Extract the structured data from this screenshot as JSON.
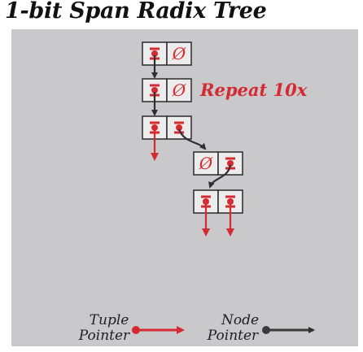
{
  "title": "1-bit Span Radix Tree",
  "null_symbol": "Ø",
  "repeat_label": "Repeat 10x",
  "legend": {
    "tuple": {
      "line1": "Tuple",
      "line2": "Pointer"
    },
    "node": {
      "line1": "Node",
      "line2": "Pointer"
    }
  },
  "colors": {
    "panel": "#c9c8cb",
    "cell": "#ececec",
    "tuple_pointer": "#d42a31",
    "node_pointer": "#3a3a3a"
  },
  "icons": {
    "tuple_pointer": "red-dot-arrow-icon",
    "node_pointer": "dark-dot-arrow-icon"
  }
}
